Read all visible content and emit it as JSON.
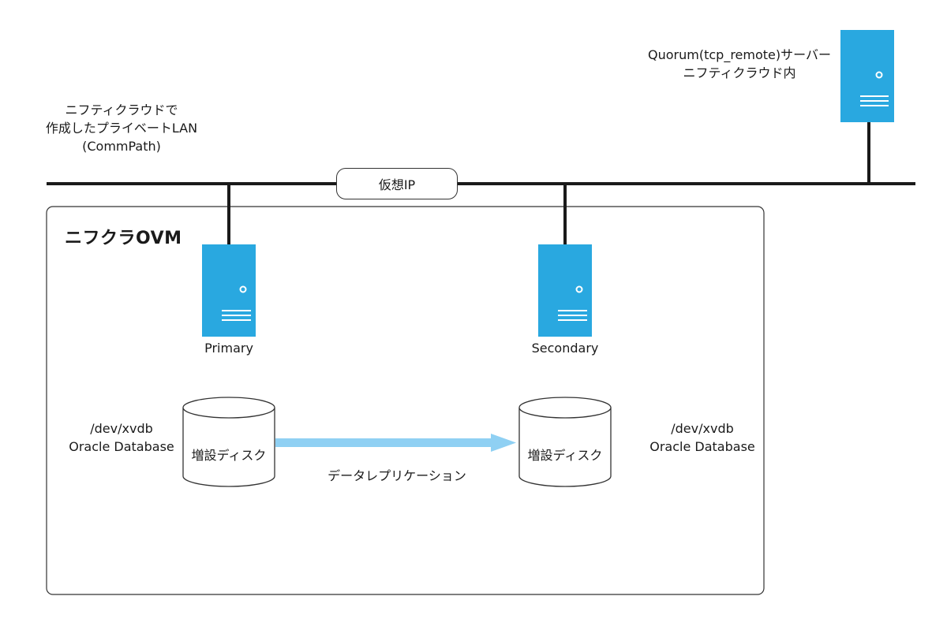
{
  "network": {
    "lan_label": [
      "ニフティクラウドで",
      "作成したプライベートLAN",
      "(CommPath)"
    ],
    "virtual_ip": "仮想IP"
  },
  "quorum": {
    "label": [
      "Quorum(tcp_remote)サーバー",
      "ニフティクラウド内"
    ]
  },
  "group": {
    "title": "ニフクラOVM"
  },
  "servers": [
    {
      "name": "Primary"
    },
    {
      "name": "Secondary"
    }
  ],
  "disks": [
    {
      "label": "増設ディスク",
      "device": "/dev/xvdb",
      "content": "Oracle Database"
    },
    {
      "label": "増設ディスク",
      "device": "/dev/xvdb",
      "content": "Oracle Database"
    }
  ],
  "replication": {
    "label": "データレプリケーション"
  },
  "colors": {
    "server": "#29a8e0",
    "arrow": "#8fd0f3",
    "line": "#1a1a1a"
  }
}
